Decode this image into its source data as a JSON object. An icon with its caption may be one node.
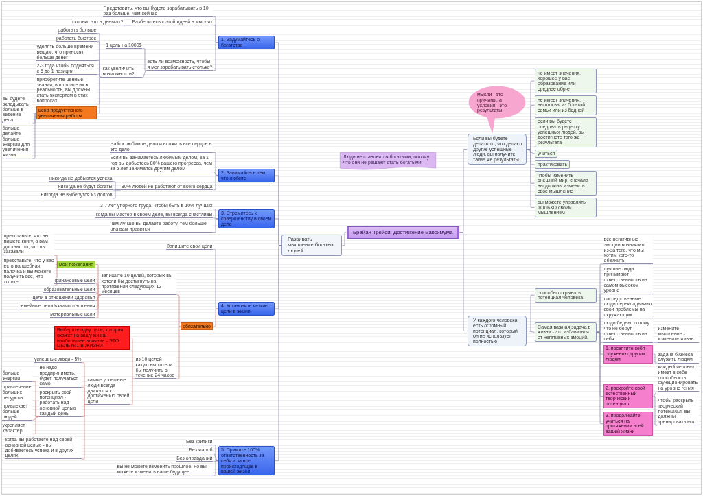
{
  "diagram": {
    "nodes": [
      {
        "text": [
          "Брайан Трейси. Достижение максимума"
        ]
      },
      {
        "text": [
          "Люди не становятся богатыми, потому что они не решают стать богатыми"
        ]
      },
      {
        "text": [
          "Развивать мышление богатых людей"
        ]
      },
      {
        "text": [
          "1. Задумайтесь о богатстве"
        ]
      },
      {
        "text": [
          "Представить, что вы будете зарабатывать в 10 раз больше, чем сейчас"
        ]
      },
      {
        "text": [
          "Разберитесь с этой идеей в мыслях"
        ]
      },
      {
        "text": [
          "сколько это в деньгах?"
        ]
      },
      {
        "text": [
          "есть ли возможность, чтобы я мог зарабатывать столько?"
        ]
      },
      {
        "text": [
          "1 цель на 1000$"
        ]
      },
      {
        "text": [
          "как увеличить возможности?"
        ]
      },
      {
        "text": [
          "работать больше"
        ]
      },
      {
        "text": [
          "работать быстрее"
        ]
      },
      {
        "text": [
          "уделять больше времени вещам, что приносят больше денег"
        ]
      },
      {
        "text": [
          "2-3 года чтобы подняться с 5 до 1 позиции"
        ]
      },
      {
        "text": [
          "приобретите ценные знания, воплотите их в реальность, вы должны стать экспертом в этих вопросах"
        ]
      },
      {
        "text": [
          "цена продуктивного увеличения работы"
        ]
      },
      {
        "text": [
          "вы будете вкладывать больше в ведение дела"
        ]
      },
      {
        "text": [
          "больше делайте - больше энергии для увеличения жизни"
        ]
      },
      {
        "text": [
          "2. Занимайтесь тем, что любите"
        ]
      },
      {
        "text": [
          "Найти любимое дело и вложить все сердце в это дело"
        ]
      },
      {
        "text": [
          "Если вы занимаетесь любимым делом, за 1 год вы добьетесь 80% вашего прогресса, чем за 5 лет занимаясь другим делом"
        ]
      },
      {
        "text": [
          "80% людей не работают от всего сердца"
        ]
      },
      {
        "text": [
          "никогда не добьются успеха"
        ]
      },
      {
        "text": [
          "никогда не будут богаты"
        ]
      },
      {
        "text": [
          "никогда не выберутся из долгов"
        ]
      },
      {
        "text": [
          "3. Стремитесь к совершенству в своем деле"
        ]
      },
      {
        "text": [
          "3-7 лет упорного труда, чтобы быть в 10% лучших"
        ]
      },
      {
        "text": [
          "когда вы мастер в своем деле, вы всегда счастливы"
        ]
      },
      {
        "text": [
          "чем лучше вы делаете работу, тем больше она вам нравится"
        ]
      },
      {
        "text": [
          "4. Установите четкие цели в жизни"
        ]
      },
      {
        "text": [
          "Запишите свои цели"
        ]
      },
      {
        "text": [
          "обязательно"
        ]
      },
      {
        "text": [
          "запишите 10 целей, которых вы хотели бы достигнуть на протяжении следующих 12 месяцев"
        ]
      },
      {
        "text": [
          "мои пожелания"
        ]
      },
      {
        "text": [
          "представьте, что вы пишете книгу, а вам достают то, что вы заказали"
        ]
      },
      {
        "text": [
          "представьте, что у вас есть волшебная палочка и вы можете получить все, что хотите"
        ]
      },
      {
        "text": [
          "финансовые цели"
        ]
      },
      {
        "text": [
          "образовательные цели"
        ]
      },
      {
        "text": [
          "цели в отношении здоровья"
        ]
      },
      {
        "text": [
          "семейные цели/взаимоотношения"
        ]
      },
      {
        "text": [
          "материальные цели"
        ]
      },
      {
        "text": [
          "из 10 целей какую вы хотели бы получить в течение 24 часов"
        ]
      },
      {
        "text": [
          "Выберите одну цель, которая окажет на вашу жизнь наибольшее влияние - ЭТО ЦЕЛЬ №1 В ЖИЗНИ"
        ]
      },
      {
        "text": [
          "самые успешные люди всегда движутся к достижению своей цели"
        ]
      },
      {
        "text": [
          "успешные люди - 5%"
        ]
      },
      {
        "text": [
          "не надо предпринимать, будет получаться само"
        ]
      },
      {
        "text": [
          "раскрыть свой потенциал - работать над основной целью каждый день"
        ]
      },
      {
        "text": [
          "больше энергии"
        ]
      },
      {
        "text": [
          "привлечение больших ресурсов"
        ]
      },
      {
        "text": [
          "привлекает больше людей"
        ]
      },
      {
        "text": [
          "укрепляет характер"
        ]
      },
      {
        "text": [
          "когда вы работаете над своей основной целью - вы добиваетесь успеха и в других целях"
        ]
      },
      {
        "text": [
          "5. Примите 100% ответственность за себя и за все происходящее в вашей жизни"
        ]
      },
      {
        "text": [
          "Без критики"
        ]
      },
      {
        "text": [
          "Без жалоб"
        ]
      },
      {
        "text": [
          "Без оправданий"
        ]
      },
      {
        "text": [
          "вы не можете изменить прошлое, но вы можете изменить ваше будущее"
        ]
      },
      {
        "text": [
          "Если вы будете делать то, что делают другие успешные люди, вы получите такие же результаты"
        ]
      },
      {
        "text": [
          "мысли - это причины, а условия - это результаты"
        ]
      },
      {
        "text": [
          "не имеет значения, хорошее у вас образование или среднее обр-е"
        ]
      },
      {
        "text": [
          "не имеет значения, вышли вы из богатой семьи или из бедной"
        ]
      },
      {
        "text": [
          "если вы будете следовать рецепту успешных людей, вы достигнете того же результата"
        ]
      },
      {
        "text": [
          "учиться"
        ]
      },
      {
        "text": [
          "практиковать"
        ]
      },
      {
        "text": [
          "чтобы изменить внешний мир, сначала вы должны изменить свое мышление"
        ]
      },
      {
        "text": [
          "вы можете управлять ТОЛЬКО своим мышлением"
        ]
      },
      {
        "text": [
          "У каждого человека есть огромный потенциал, который он не использует полностью"
        ]
      },
      {
        "text": [
          "способы открывать потенциал человека."
        ]
      },
      {
        "text": [
          "Самая важная задача в жизни - это избавиться от негативных эмоций."
        ]
      },
      {
        "text": [
          "все негативные эмоции возникают из-за того, что мы хотим кого-то обвинить"
        ]
      },
      {
        "text": [
          "лучшие люди принимают ответственность на самом высоком уровне"
        ]
      },
      {
        "text": [
          "посредственные люди перекладывают свои проблемы на окружающих"
        ]
      },
      {
        "text": [
          "люди бедны, потому что не берут ответственность на себя"
        ]
      },
      {
        "text": [
          "измените мышление - измените жизнь"
        ]
      },
      {
        "text": [
          "1. посвятите себя служению другим людям"
        ]
      },
      {
        "text": [
          "задача бизнеса - служить людям"
        ]
      },
      {
        "text": [
          "2. раскройте свой естественный творческий потенциал"
        ]
      },
      {
        "text": [
          "каждый человек имеет в себе способность функционировать на уровне гения"
        ]
      },
      {
        "text": [
          "чтобы раскрыть творческий потенциал, вы должны тренировать его"
        ]
      },
      {
        "text": [
          "3. продолжайте учиться на протяжении всей вашей жизни"
        ]
      }
    ],
    "edges": [
      {
        "from": 0,
        "to": 2,
        "arrow": "none"
      },
      {
        "from": 2,
        "to": 3,
        "arrow": "none"
      },
      {
        "from": 3,
        "to": 4,
        "arrow": "none"
      },
      {
        "from": 3,
        "to": 5,
        "arrow": "none"
      },
      {
        "from": 5,
        "to": 6,
        "arrow": "none"
      },
      {
        "from": 3,
        "to": 7,
        "arrow": "none"
      },
      {
        "from": 7,
        "to": 8,
        "arrow": "none"
      },
      {
        "from": 7,
        "to": 9,
        "arrow": "none"
      },
      {
        "from": 9,
        "to": 10,
        "arrow": "none"
      },
      {
        "from": 9,
        "to": 11,
        "arrow": "none"
      },
      {
        "from": 9,
        "to": 12,
        "arrow": "none"
      },
      {
        "from": 9,
        "to": 13,
        "arrow": "none"
      },
      {
        "from": 9,
        "to": 14,
        "arrow": "none"
      },
      {
        "from": 9,
        "to": 15,
        "arrow": "none"
      },
      {
        "from": 15,
        "to": 16,
        "arrow": "none"
      },
      {
        "from": 15,
        "to": 17,
        "arrow": "none"
      },
      {
        "from": 2,
        "to": 18,
        "arrow": "none"
      },
      {
        "from": 18,
        "to": 19,
        "arrow": "none"
      },
      {
        "from": 18,
        "to": 20,
        "arrow": "none"
      },
      {
        "from": 18,
        "to": 21,
        "arrow": "none"
      },
      {
        "from": 21,
        "to": 22,
        "arrow": "none"
      },
      {
        "from": 21,
        "to": 23,
        "arrow": "none"
      },
      {
        "from": 21,
        "to": 24,
        "arrow": "none"
      },
      {
        "from": 2,
        "to": 25,
        "arrow": "none"
      },
      {
        "from": 25,
        "to": 26,
        "arrow": "none"
      },
      {
        "from": 25,
        "to": 27,
        "arrow": "none"
      },
      {
        "from": 25,
        "to": 28,
        "arrow": "none"
      },
      {
        "from": 2,
        "to": 29,
        "arrow": "none"
      },
      {
        "from": 29,
        "to": 30,
        "arrow": "none"
      },
      {
        "from": 29,
        "to": 31,
        "arrow": "none",
        "color": "#d38686"
      },
      {
        "from": 31,
        "to": 32,
        "arrow": "none",
        "color": "#d38686"
      },
      {
        "from": 32,
        "to": 33,
        "arrow": "none",
        "color": "#d38686"
      },
      {
        "from": 33,
        "to": 34,
        "arrow": "none",
        "color": "#d38686"
      },
      {
        "from": 33,
        "to": 35,
        "arrow": "none",
        "color": "#d38686"
      },
      {
        "from": 32,
        "to": 36,
        "arrow": "none",
        "color": "#d38686"
      },
      {
        "from": 32,
        "to": 37,
        "arrow": "none",
        "color": "#d38686"
      },
      {
        "from": 32,
        "to": 38,
        "arrow": "none",
        "color": "#d38686"
      },
      {
        "from": 32,
        "to": 39,
        "arrow": "none",
        "color": "#d38686"
      },
      {
        "from": 32,
        "to": 40,
        "arrow": "none",
        "color": "#d38686"
      },
      {
        "from": 31,
        "to": 41,
        "arrow": "none",
        "color": "#d38686"
      },
      {
        "from": 41,
        "to": 42,
        "arrow": "none",
        "color": "#d38686"
      },
      {
        "from": 41,
        "to": 43,
        "arrow": "none",
        "color": "#d38686"
      },
      {
        "from": 43,
        "to": 44,
        "arrow": "none",
        "color": "#d38686"
      },
      {
        "from": 43,
        "to": 45,
        "arrow": "none",
        "color": "#d38686"
      },
      {
        "from": 43,
        "to": 46,
        "arrow": "none",
        "color": "#d38686"
      },
      {
        "from": 46,
        "to": 47,
        "arrow": "none",
        "color": "#d38686"
      },
      {
        "from": 46,
        "to": 48,
        "arrow": "none",
        "color": "#d38686"
      },
      {
        "from": 46,
        "to": 49,
        "arrow": "none",
        "color": "#d38686"
      },
      {
        "from": 46,
        "to": 50,
        "arrow": "none",
        "color": "#d38686"
      },
      {
        "from": 43,
        "to": 51,
        "arrow": "none",
        "color": "#d38686"
      },
      {
        "from": 2,
        "to": 52,
        "arrow": "none"
      },
      {
        "from": 52,
        "to": 53,
        "arrow": "none"
      },
      {
        "from": 52,
        "to": 54,
        "arrow": "none"
      },
      {
        "from": 52,
        "to": 55,
        "arrow": "none"
      },
      {
        "from": 52,
        "to": 56,
        "arrow": "none"
      },
      {
        "from": 0,
        "to": 57,
        "arrow": "none"
      },
      {
        "from": 57,
        "to": 59,
        "arrow": "none"
      },
      {
        "from": 57,
        "to": 60,
        "arrow": "none"
      },
      {
        "from": 57,
        "to": 61,
        "arrow": "none"
      },
      {
        "from": 57,
        "to": 62,
        "arrow": "none"
      },
      {
        "from": 57,
        "to": 63,
        "arrow": "none"
      },
      {
        "from": 57,
        "to": 64,
        "arrow": "none"
      },
      {
        "from": 57,
        "to": 65,
        "arrow": "none"
      },
      {
        "from": 0,
        "to": 66,
        "arrow": "none"
      },
      {
        "from": 66,
        "to": 67,
        "arrow": "none"
      },
      {
        "from": 66,
        "to": 68,
        "arrow": "none"
      },
      {
        "from": 68,
        "to": 69,
        "arrow": "none"
      },
      {
        "from": 68,
        "to": 70,
        "arrow": "none"
      },
      {
        "from": 68,
        "to": 71,
        "arrow": "none"
      },
      {
        "from": 68,
        "to": 72,
        "arrow": "none"
      },
      {
        "from": 72,
        "to": 73,
        "arrow": "none"
      },
      {
        "from": 68,
        "to": 74,
        "arrow": "none"
      },
      {
        "from": 74,
        "to": 75,
        "arrow": "none"
      },
      {
        "from": 68,
        "to": 76,
        "arrow": "none"
      },
      {
        "from": 76,
        "to": 77,
        "arrow": "none"
      },
      {
        "from": 76,
        "to": 78,
        "arrow": "none"
      },
      {
        "from": 68,
        "to": 79,
        "arrow": "none"
      }
    ]
  }
}
